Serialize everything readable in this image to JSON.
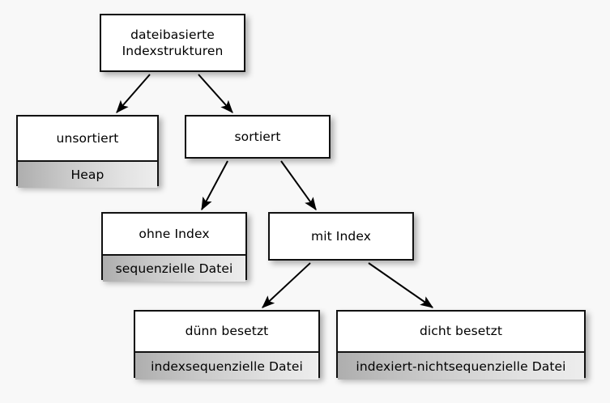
{
  "diagram": {
    "title": "dateibasierte Indexstrukturen",
    "background_color": "#f8f8f8",
    "border_color": "#111111",
    "node_fill": "#ffffff",
    "sub_fill_left": "#aeaeae",
    "sub_fill_right": "#ededed",
    "edge_color": "#000000",
    "nodes": [
      {
        "id": "root",
        "title": "dateibasierte\nIndexstrukturen",
        "sub": null
      },
      {
        "id": "unsortiert",
        "title": "unsortiert",
        "sub": "Heap"
      },
      {
        "id": "sortiert",
        "title": "sortiert",
        "sub": null
      },
      {
        "id": "ohne_index",
        "title": "ohne Index",
        "sub": "sequenzielle Datei"
      },
      {
        "id": "mit_index",
        "title": "mit Index",
        "sub": null
      },
      {
        "id": "duenn",
        "title": "dünn besetzt",
        "sub": "indexsequenzielle Datei"
      },
      {
        "id": "dicht",
        "title": "dicht besetzt",
        "sub": "indexiert-nichtsequenzielle Datei"
      }
    ],
    "edges": [
      {
        "from": "root",
        "to": "unsortiert"
      },
      {
        "from": "root",
        "to": "sortiert"
      },
      {
        "from": "sortiert",
        "to": "ohne_index"
      },
      {
        "from": "sortiert",
        "to": "mit_index"
      },
      {
        "from": "mit_index",
        "to": "duenn"
      },
      {
        "from": "mit_index",
        "to": "dicht"
      }
    ]
  }
}
